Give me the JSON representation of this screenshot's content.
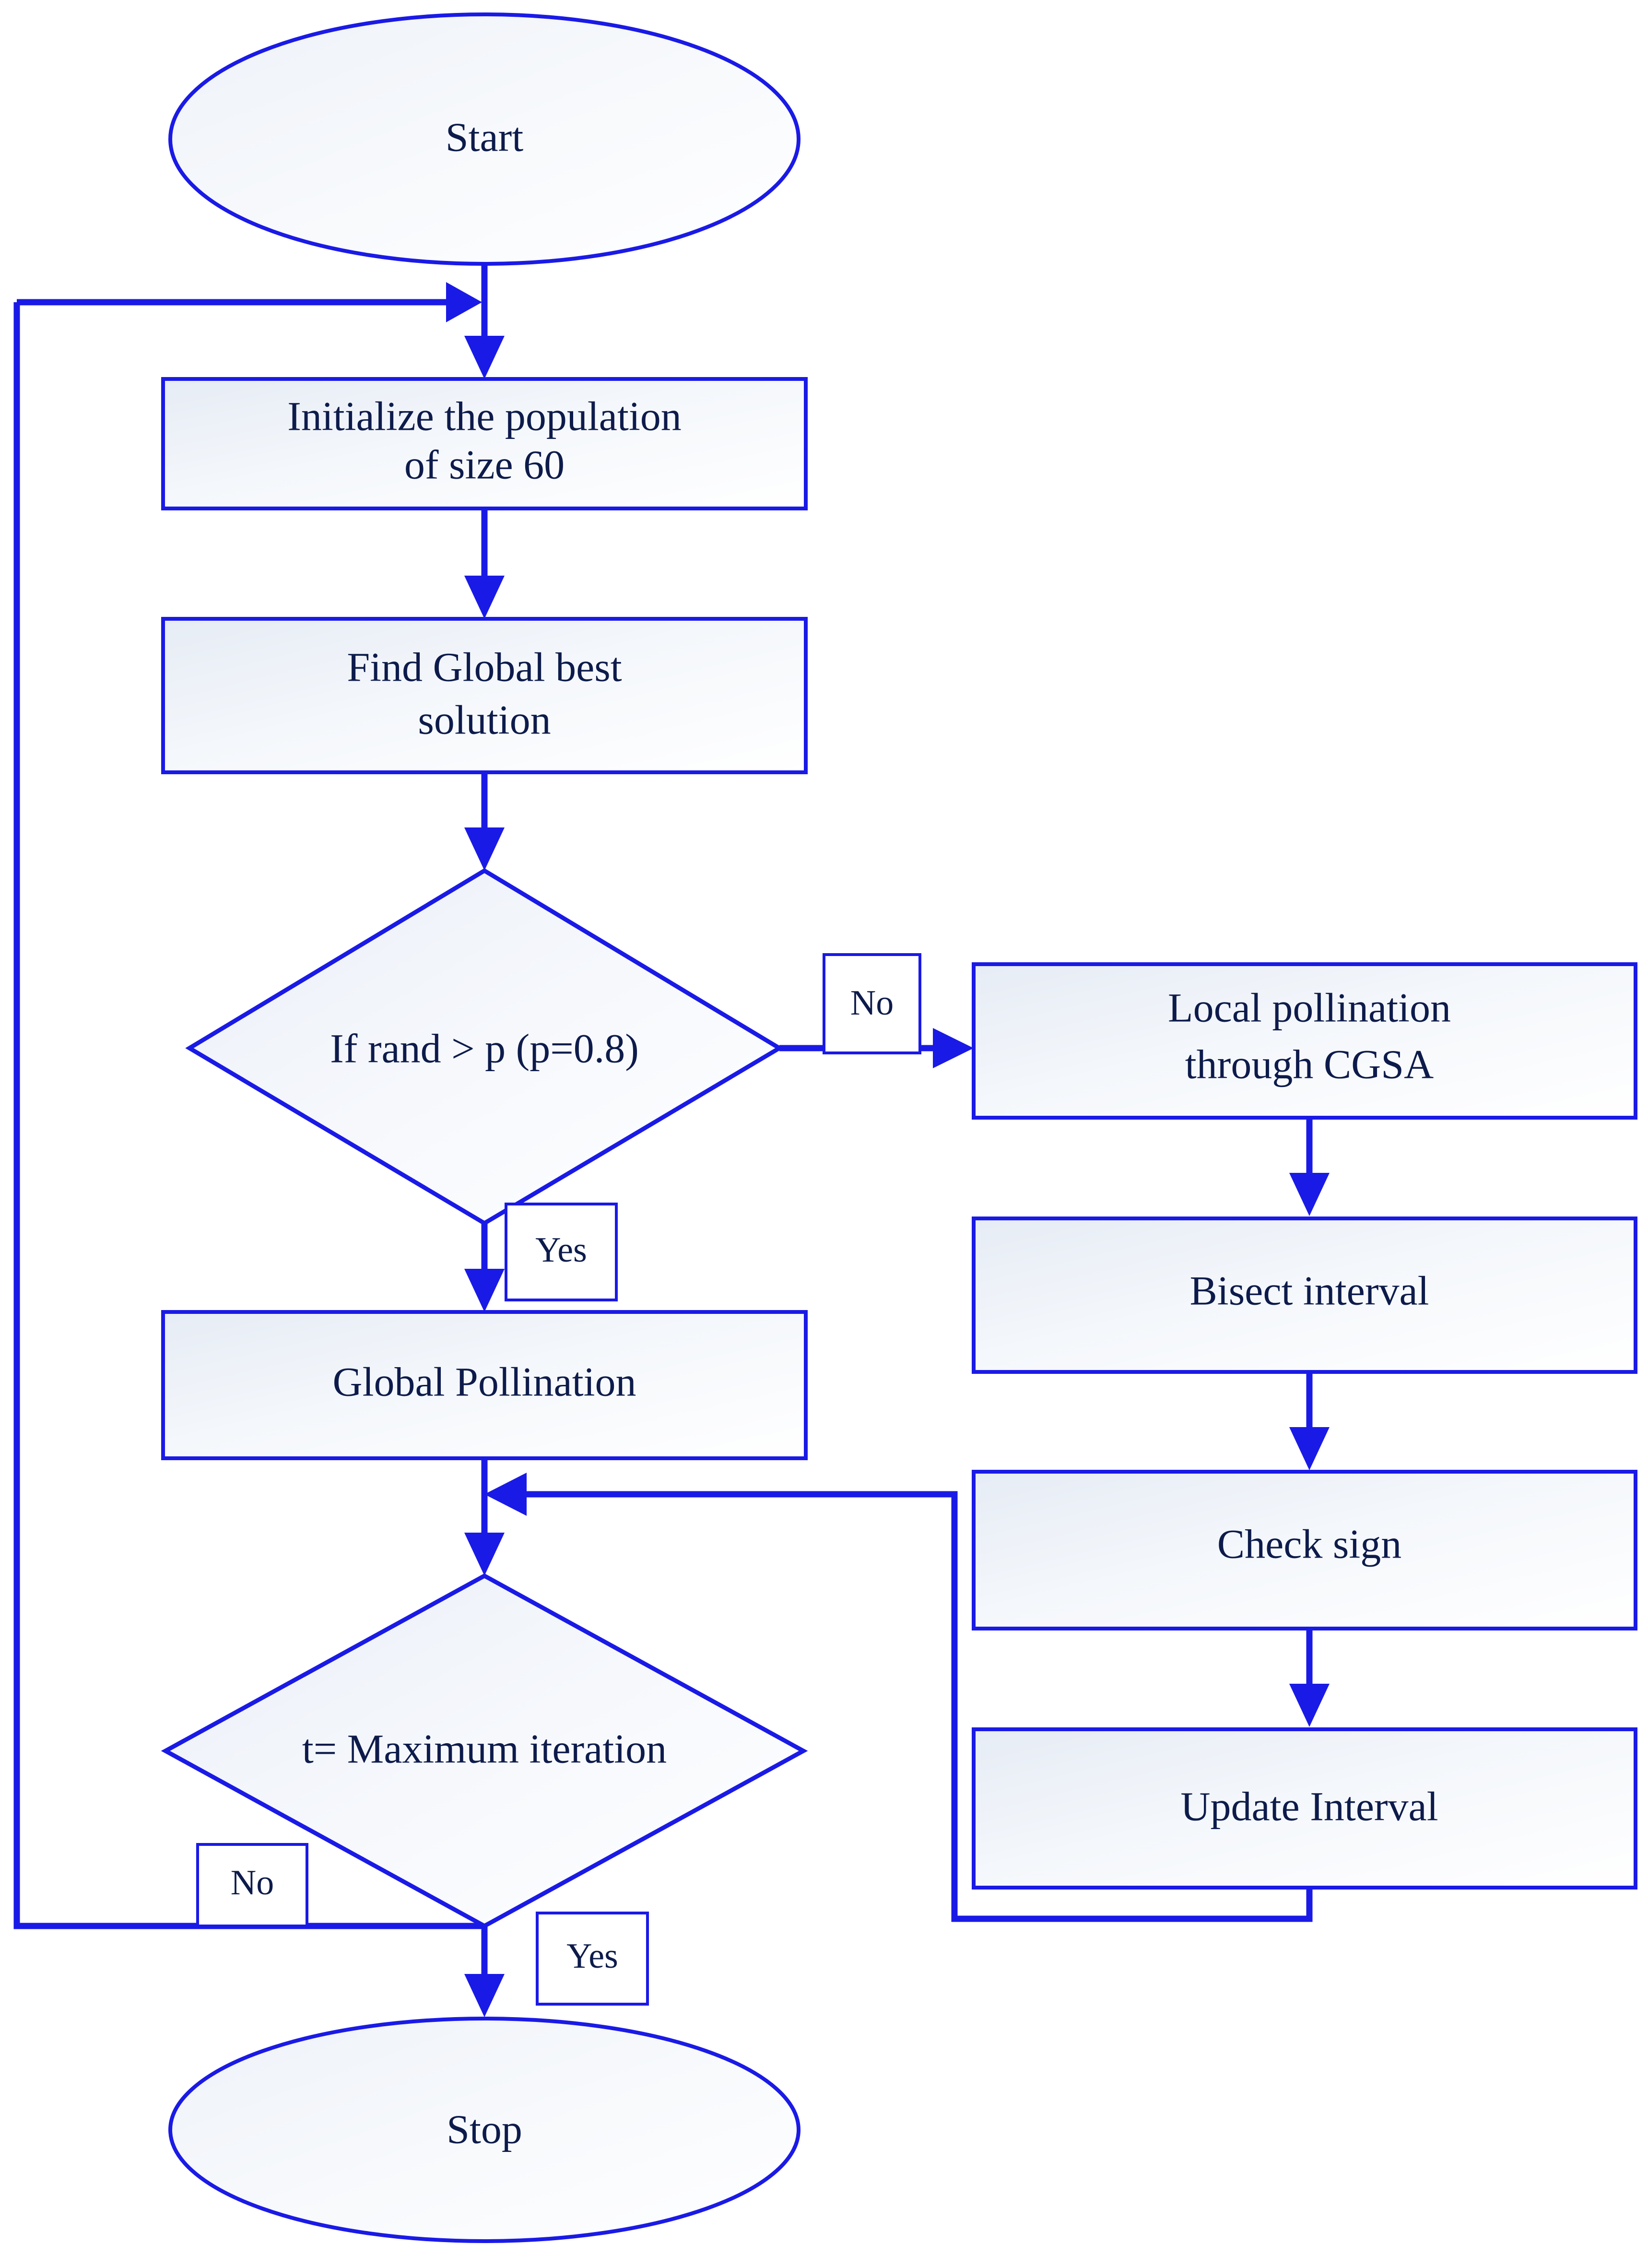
{
  "diagram": {
    "title": "Flower Pollination Algorithm with CGSA flowchart",
    "colors": {
      "border": "#1a1ae6",
      "text": "#0d1b4b",
      "fill_light": "#ffffff",
      "fill_shade": "#e8edf5",
      "background": "#ffffff"
    }
  },
  "nodes": {
    "start": {
      "label": "Start",
      "shape": "ellipse"
    },
    "initialize": {
      "label_line1": "Initialize the population",
      "label_line2": "of size 60",
      "shape": "rectangle"
    },
    "find_global_best": {
      "label_line1": "Find Global best",
      "label_line2": "solution",
      "shape": "rectangle"
    },
    "decision_rand": {
      "label": "If rand > p (p=0.8)",
      "shape": "diamond"
    },
    "local_pollination": {
      "label_line1": "Local pollination",
      "label_line2": "through CGSA",
      "shape": "rectangle"
    },
    "bisect_interval": {
      "label": "Bisect interval",
      "shape": "rectangle"
    },
    "check_sign": {
      "label": "Check sign",
      "shape": "rectangle"
    },
    "update_interval": {
      "label": "Update Interval",
      "shape": "rectangle"
    },
    "global_pollination": {
      "label": "Global Pollination",
      "shape": "rectangle"
    },
    "decision_iteration": {
      "label": "t= Maximum iteration",
      "shape": "diamond"
    },
    "stop": {
      "label": "Stop",
      "shape": "ellipse"
    }
  },
  "edge_labels": {
    "rand_no": "No",
    "rand_yes": "Yes",
    "iteration_no": "No",
    "iteration_yes": "Yes"
  }
}
